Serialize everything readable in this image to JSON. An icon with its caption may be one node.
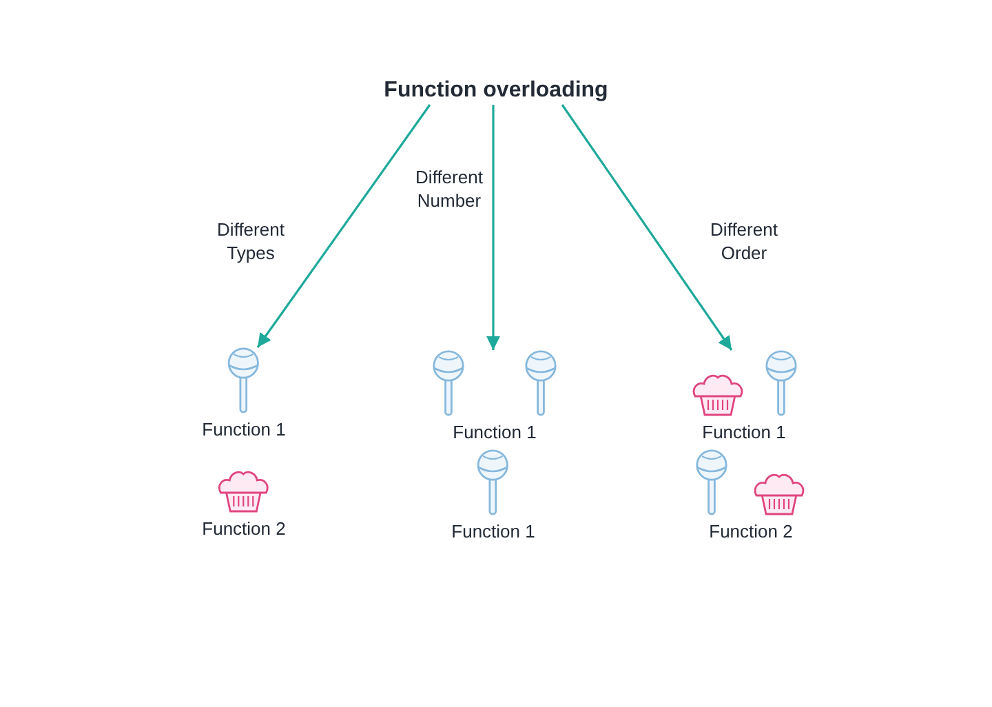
{
  "diagram": {
    "nodes": [
      {
        "text": [
          "Function overloading"
        ]
      },
      {
        "text": [
          "Function 1"
        ]
      },
      {
        "text": [
          "Function 2"
        ]
      },
      {
        "text": [
          "Function 1"
        ]
      },
      {
        "text": [
          "Function 1"
        ]
      },
      {
        "text": [
          "Function 1"
        ]
      },
      {
        "text": [
          "Function 2"
        ]
      }
    ],
    "edges": [
      {
        "from": 0,
        "to": 1,
        "arrow": "to",
        "label": "Different Types"
      },
      {
        "from": 0,
        "to": 3,
        "arrow": "to",
        "label": "Different Number"
      },
      {
        "from": 0,
        "to": 5,
        "arrow": "to",
        "label": "Different Order"
      }
    ]
  }
}
